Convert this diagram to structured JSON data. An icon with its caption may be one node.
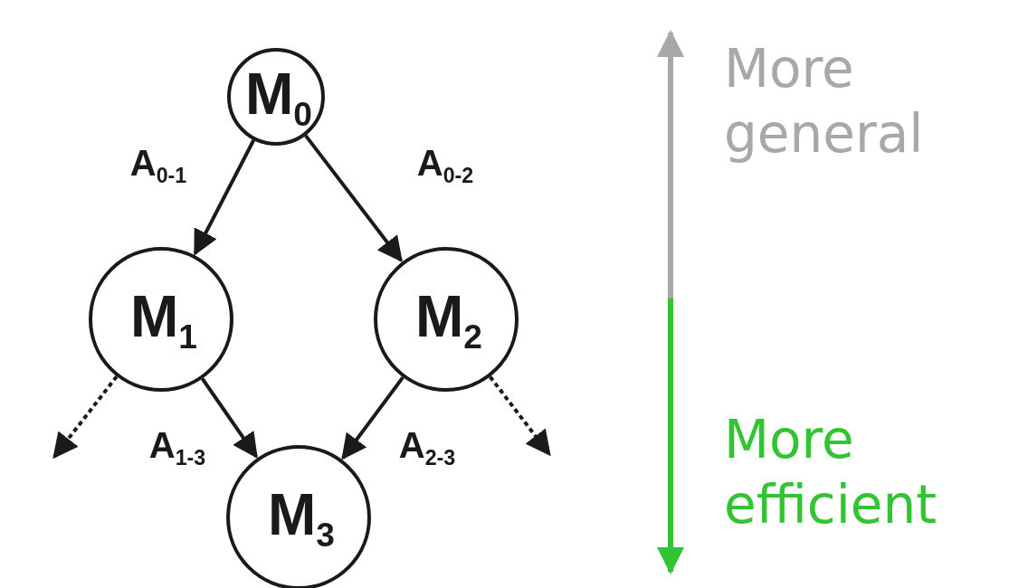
{
  "diagram": {
    "nodes": [
      {
        "text": [
          "M$_{0}$"
        ]
      },
      {
        "text": [
          "M$_{1}$"
        ]
      },
      {
        "text": [
          "M$_{2}$"
        ]
      },
      {
        "text": [
          "M$_{3}$"
        ]
      }
    ],
    "edges": [
      {
        "from": 0,
        "to": 1,
        "arrow": "to",
        "label": "A$_{0-1}$"
      },
      {
        "from": 0,
        "to": 2,
        "arrow": "to",
        "label": "A$_{0-2}$"
      },
      {
        "from": 1,
        "to": 3,
        "arrow": "to",
        "label": "A$_{1-3}$"
      },
      {
        "from": 2,
        "to": 3,
        "arrow": "to",
        "label": "A$_{2-3}$"
      },
      {
        "from": 1,
        "to": null,
        "arrow": "to",
        "style": "dashed"
      },
      {
        "from": 2,
        "to": null,
        "arrow": "to",
        "style": "dashed"
      }
    ],
    "labels": [
      "More general",
      "More efficient"
    ]
  }
}
